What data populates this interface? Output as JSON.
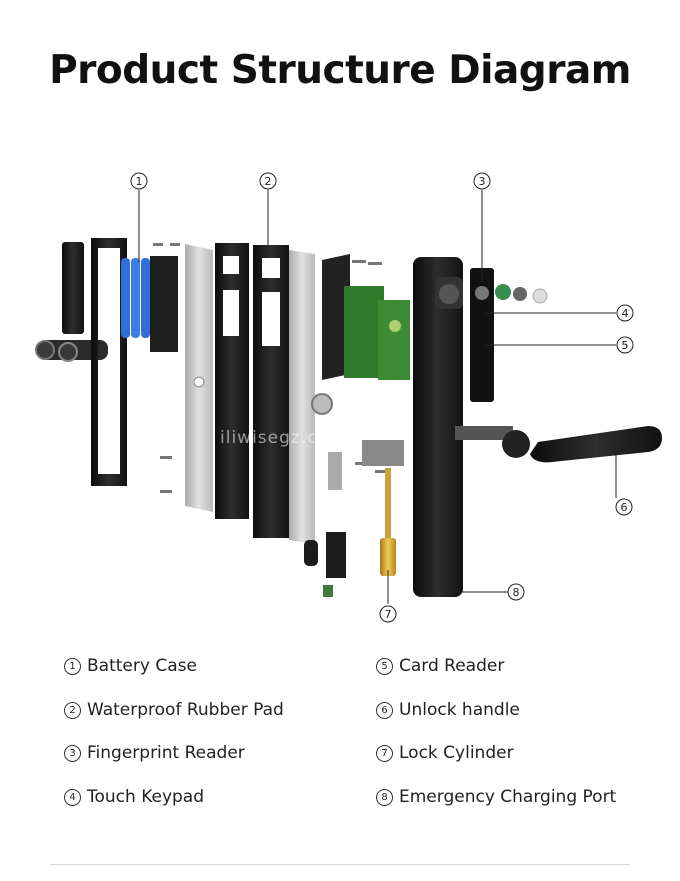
{
  "title": "Product Structure Diagram",
  "watermark": "iliwisegz.com",
  "callouts": [
    {
      "num": "1",
      "label": "Battery Case"
    },
    {
      "num": "2",
      "label": "Waterproof Rubber Pad"
    },
    {
      "num": "3",
      "label": "Fingerprint Reader"
    },
    {
      "num": "4",
      "label": "Touch Keypad"
    },
    {
      "num": "5",
      "label": "Card Reader"
    },
    {
      "num": "6",
      "label": "Unlock handle"
    },
    {
      "num": "7",
      "label": "Lock Cylinder"
    },
    {
      "num": "8",
      "label": "Emergency Charging Port"
    }
  ],
  "colors": {
    "lock_body": "#1b1b1b",
    "plate_metal": "#c9c9c9",
    "battery": "#2f6fd6",
    "pcb": "#2f7a2a",
    "brass": "#d6a92a"
  }
}
